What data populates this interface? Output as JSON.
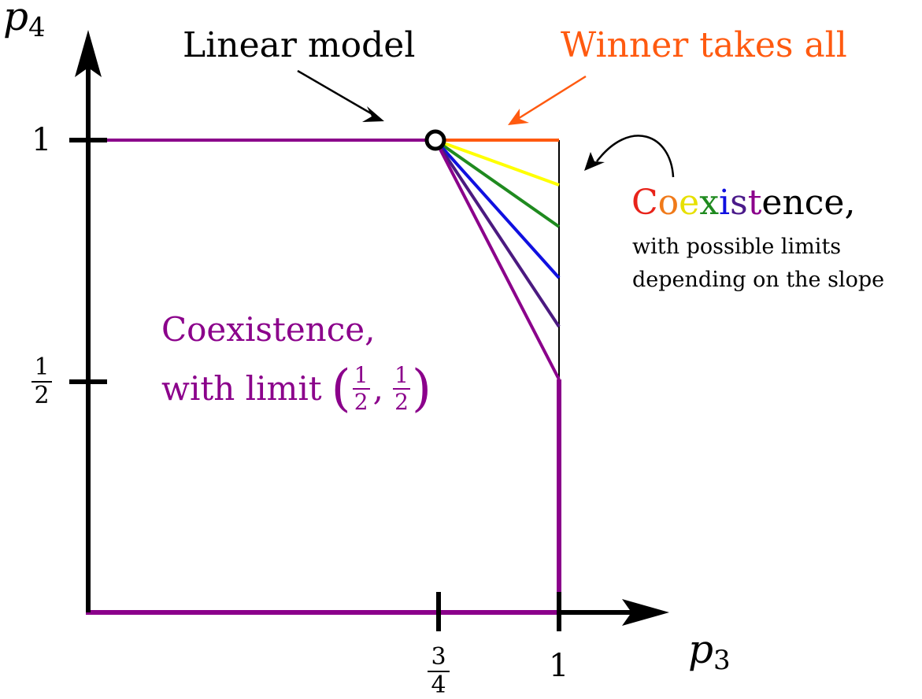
{
  "axes": {
    "x_label": "p",
    "x_sub": "3",
    "y_label": "p",
    "y_sub": "4",
    "x_ticks": [
      {
        "num": "3",
        "den": "4"
      },
      {
        "text": "1"
      }
    ],
    "y_ticks": [
      {
        "text": "1"
      },
      {
        "num": "1",
        "den": "2"
      }
    ]
  },
  "annotations": {
    "linear_model": "Linear model",
    "winner_takes_all": "Winner takes all",
    "coexistence_letters": [
      {
        "ch": "C",
        "color": "#e8231a"
      },
      {
        "ch": "o",
        "color": "#f07a1a"
      },
      {
        "ch": "e",
        "color": "#e7e000"
      },
      {
        "ch": "x",
        "color": "#1f8a1f"
      },
      {
        "ch": "i",
        "color": "#1010e0"
      },
      {
        "ch": "s",
        "color": "#4a1a8a"
      },
      {
        "ch": "t",
        "color": "#8b008b"
      },
      {
        "ch": "ence,",
        "color": "#000000"
      }
    ],
    "coexistence_line2": "with possible limits",
    "coexistence_line3": "depending on the slope",
    "purple_line1": "Coexistence,",
    "purple_line2": "with limit",
    "purple_frac_num": "1",
    "purple_frac_den": "2",
    "purple_comma": ","
  },
  "colors": {
    "purple": "#8b008b",
    "orange": "#ff5a10",
    "yellow": "#ffff00",
    "green": "#1f8a1f",
    "blue": "#1010e0",
    "indigo": "#4b1a80",
    "black": "#000000"
  }
}
